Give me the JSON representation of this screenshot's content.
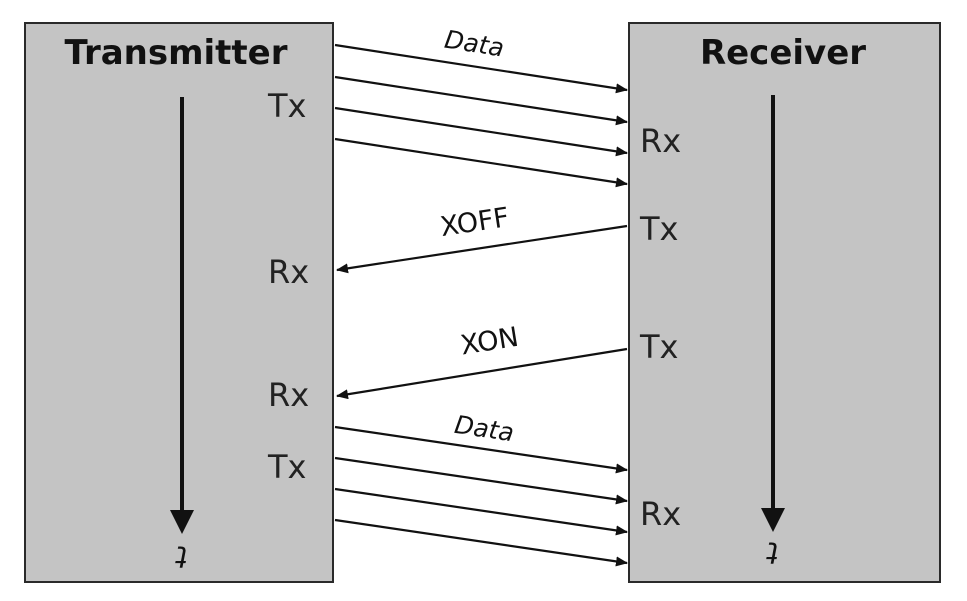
{
  "transmitter": {
    "title": "Transmitter",
    "ports": [
      "Tx",
      "Rx",
      "Rx",
      "Tx"
    ],
    "time_label": "t"
  },
  "receiver": {
    "title": "Receiver",
    "ports": [
      "Rx",
      "Tx",
      "Tx",
      "Rx"
    ],
    "time_label": "t"
  },
  "signals": {
    "data_1": "Data",
    "xoff": "XOFF",
    "xon": "XON",
    "data_2": "Data"
  },
  "colors": {
    "box_fill": "#c4c4c4",
    "box_stroke": "#2a2a2a",
    "line": "#111111"
  }
}
